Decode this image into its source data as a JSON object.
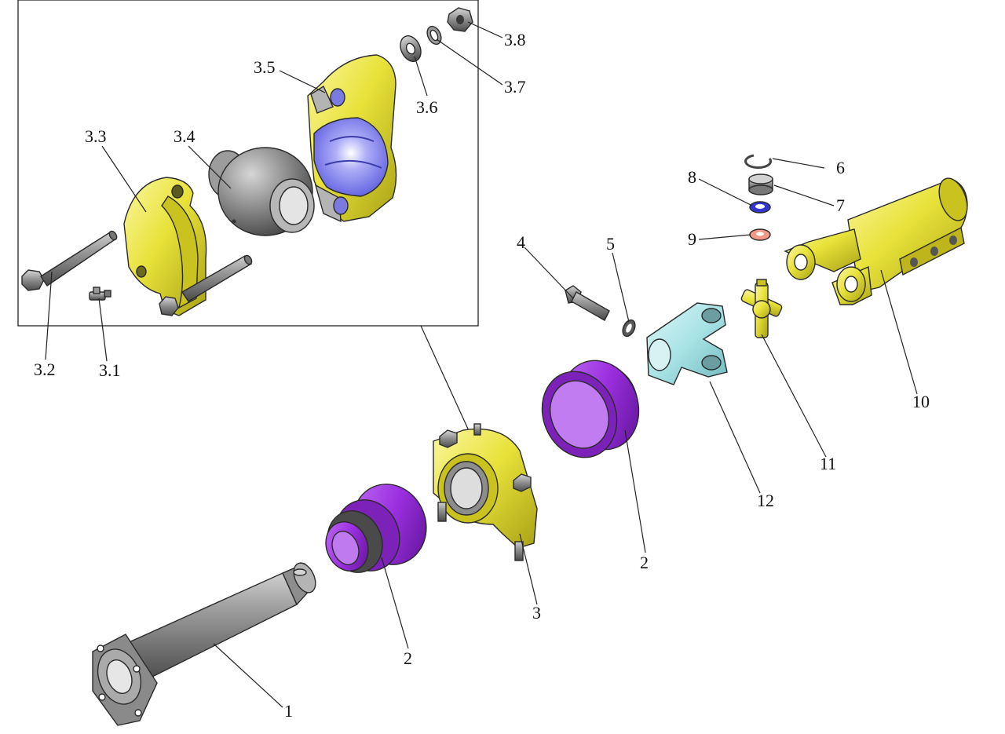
{
  "colors": {
    "yellow": "#e8e23a",
    "yellow_dark": "#b9b21c",
    "violet": "#9b2fe0",
    "violet_dark": "#6c1aa6",
    "grey": "#8c8c8c",
    "grey_dark": "#5a5a5a",
    "steel": "#b7b7b7",
    "cyan": "#a9e3e6",
    "cyan_dark": "#6fb9bd",
    "blue_liner": "#8585f0",
    "blue_ring": "#3535d0",
    "salmon": "#f09a86",
    "outline": "#2a2a2a"
  },
  "labels": {
    "l1": "1",
    "l2a": "2",
    "l2b": "2",
    "l3": "3",
    "l4": "4",
    "l5": "5",
    "l6": "6",
    "l7": "7",
    "l8": "8",
    "l9": "9",
    "l10": "10",
    "l11": "11",
    "l12": "12",
    "l31": "3.1",
    "l32": "3.2",
    "l33": "3.3",
    "l34": "3.4",
    "l35": "3.5",
    "l36": "3.6",
    "l37": "3.7",
    "l38": "3.8"
  },
  "parts": [
    {
      "id": "shaft",
      "label_ref": "1",
      "icon": "flanged-shaft-icon"
    },
    {
      "id": "boot",
      "label_ref": "2",
      "icon": "bellows-boot-icon"
    },
    {
      "id": "bearing-housing",
      "label_ref": "3",
      "icon": "split-bearing-housing-icon"
    },
    {
      "id": "grease-nipple",
      "label_ref": "3.1",
      "icon": "grease-nipple-icon"
    },
    {
      "id": "long-bolt",
      "label_ref": "3.2",
      "icon": "hex-bolt-icon"
    },
    {
      "id": "lower-half-housing",
      "label_ref": "3.3",
      "icon": "half-housing-icon"
    },
    {
      "id": "spherical-bushing",
      "label_ref": "3.4",
      "icon": "ball-bushing-icon"
    },
    {
      "id": "upper-half-housing",
      "label_ref": "3.5",
      "icon": "half-housing-icon"
    },
    {
      "id": "flat-washer",
      "label_ref": "3.6",
      "icon": "washer-icon"
    },
    {
      "id": "spring-washer",
      "label_ref": "3.7",
      "icon": "spring-washer-icon"
    },
    {
      "id": "hex-nut",
      "label_ref": "3.8",
      "icon": "hex-nut-icon"
    },
    {
      "id": "clamp-bolt",
      "label_ref": "4",
      "icon": "bolt-icon"
    },
    {
      "id": "lock-washer",
      "label_ref": "5",
      "icon": "spring-washer-icon"
    },
    {
      "id": "circlip",
      "label_ref": "6",
      "icon": "circlip-icon"
    },
    {
      "id": "needle-cup",
      "label_ref": "7",
      "icon": "bearing-cup-icon"
    },
    {
      "id": "seal-ring",
      "label_ref": "8",
      "icon": "seal-ring-icon"
    },
    {
      "id": "gasket",
      "label_ref": "9",
      "icon": "gasket-icon"
    },
    {
      "id": "yoke-tube",
      "label_ref": "10",
      "icon": "yoke-tube-icon"
    },
    {
      "id": "cross-spider",
      "label_ref": "11",
      "icon": "universal-joint-cross-icon"
    },
    {
      "id": "fork-yoke",
      "label_ref": "12",
      "icon": "fork-yoke-icon"
    }
  ]
}
